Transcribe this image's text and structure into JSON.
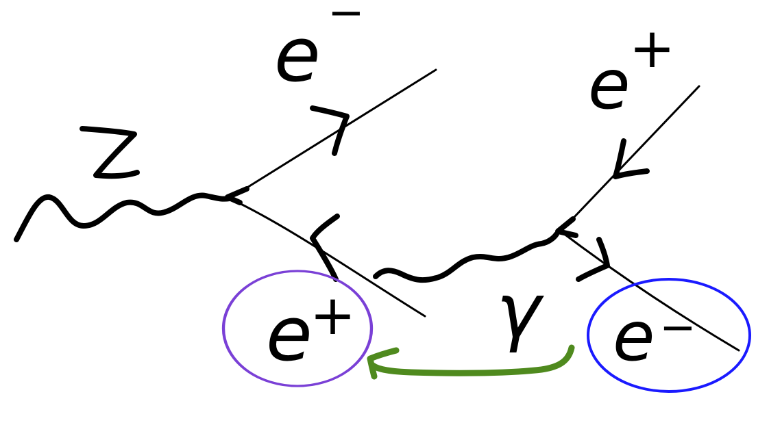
{
  "diagram": {
    "labels": {
      "z_boson": "Z",
      "electron_top": "e",
      "electron_top_charge": "−",
      "positron_top": "e",
      "positron_top_charge": "+",
      "positron_bottom": "e",
      "positron_bottom_charge": "+",
      "photon": "γ",
      "electron_bottom": "e",
      "electron_bottom_charge": "−"
    },
    "colors": {
      "ink": "#000000",
      "purple_circle": "#7a40d6",
      "blue_circle": "#1a1aff",
      "green_arrow": "#4f8a1e"
    }
  }
}
